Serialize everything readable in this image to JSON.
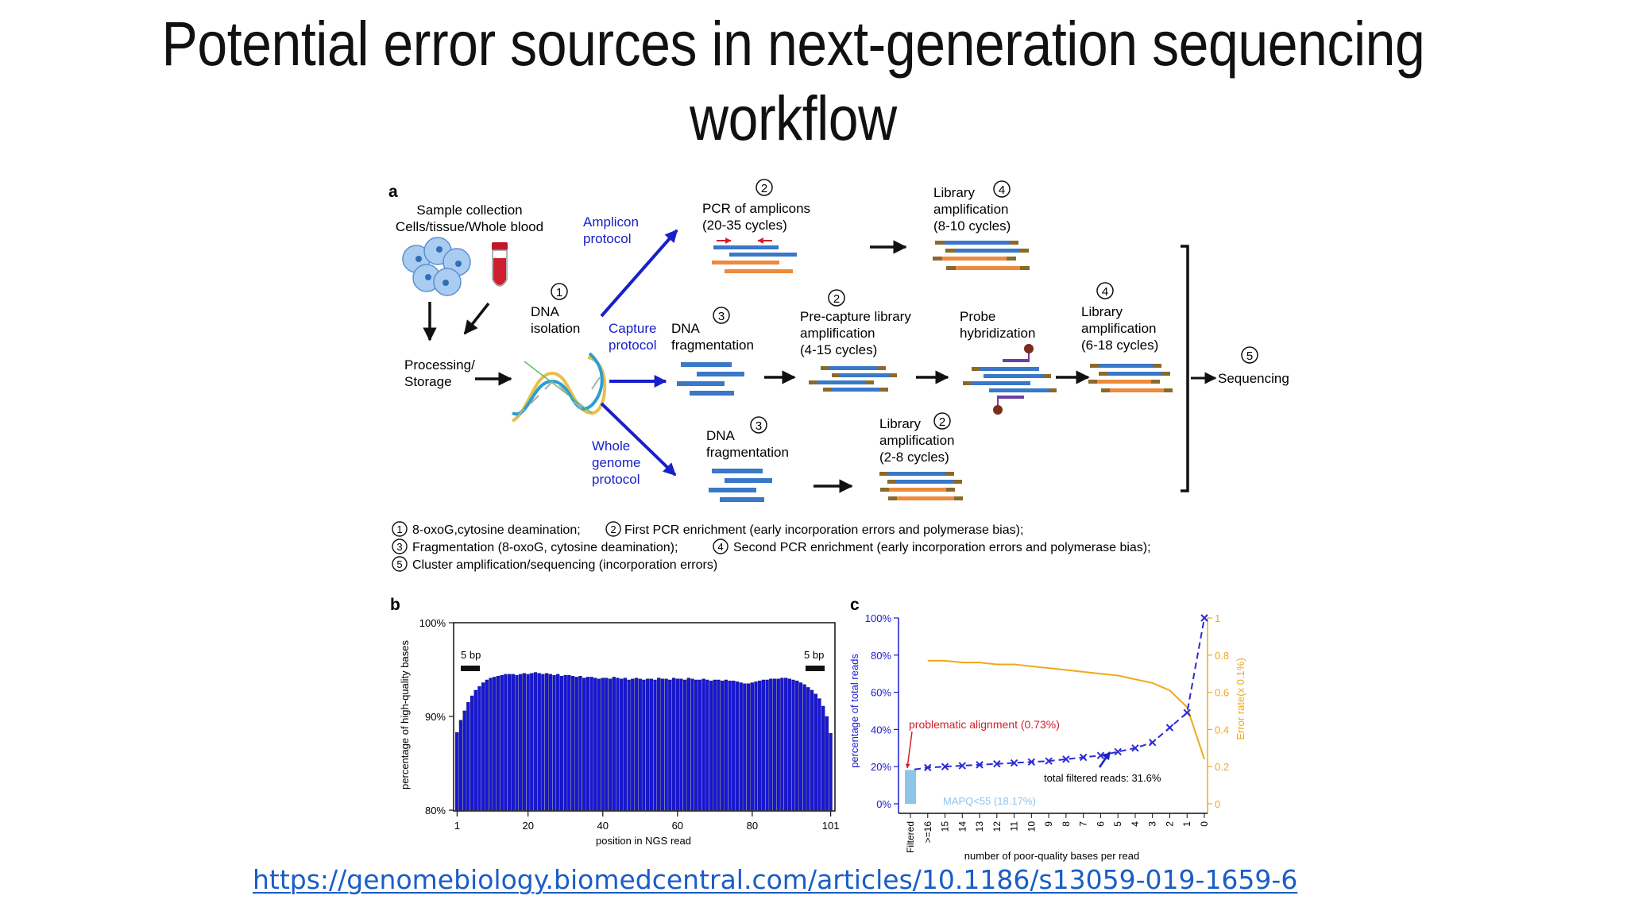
{
  "slide": {
    "title_line1": "Potential error sources in next-generation sequencing",
    "title_line2": "workflow",
    "link": "https://genomebiology.biomedcentral.com/articles/10.1186/s13059-019-1659-6"
  },
  "panel_a": {
    "label": "a",
    "sample_line1": "Sample collection",
    "sample_line2": "Cells/tissue/Whole blood",
    "processing_line1": "Processing/",
    "processing_line2": "Storage",
    "dna_iso_line1": "DNA",
    "dna_iso_line2": "isolation",
    "amplicon_line1": "Amplicon",
    "amplicon_line2": "protocol",
    "capture_line1": "Capture",
    "capture_line2": "protocol",
    "wg_line1": "Whole",
    "wg_line2": "genome",
    "wg_line3": "protocol",
    "pcr_amp_line1": "PCR of amplicons",
    "pcr_amp_line2": "(20-35 cycles)",
    "lib_amp_top_line1": "Library",
    "lib_amp_top_line2": "amplification",
    "lib_amp_top_line3": "(8-10 cycles)",
    "dna_frag_cap_line1": "DNA",
    "dna_frag_cap_line2": "fragmentation",
    "precap_line1": "Pre-capture library",
    "precap_line2": "amplification",
    "precap_line3": "(4-15 cycles)",
    "probe_line1": "Probe",
    "probe_line2": "hybridization",
    "lib_amp_cap_line1": "Library",
    "lib_amp_cap_line2": "amplification",
    "lib_amp_cap_line3": "(6-18 cycles)",
    "dna_frag_wg_line1": "DNA",
    "dna_frag_wg_line2": "fragmentation",
    "lib_amp_wg_line1": "Library",
    "lib_amp_wg_line2": "amplification",
    "lib_amp_wg_line3": "(2-8 cycles)",
    "sequencing": "Sequencing",
    "circle_1": "1",
    "circle_2": "2",
    "circle_3": "3",
    "circle_4": "4",
    "circle_5": "5",
    "legend_1a": "8-oxoG,cytosine deamination;",
    "legend_1b": "First PCR enrichment (early incorporation errors and polymerase bias);",
    "legend_2a": "Fragmentation (8-oxoG, cytosine deamination);",
    "legend_2b": "Second PCR enrichment (early incorporation errors and polymerase bias);",
    "legend_3a": "Cluster amplification/sequencing (incorporation errors)"
  },
  "panel_b": {
    "label": "b",
    "bp_left": "5 bp",
    "bp_right": "5 bp"
  },
  "panel_c": {
    "label": "c",
    "annotation_problematic": "problematic alignment (0.73%)",
    "annotation_mapq": "MAPQ<55 (18.17%)",
    "annotation_total": "total filtered reads: 31.6%"
  },
  "chart_data": [
    {
      "type": "bar",
      "panel": "b",
      "xlabel": "position in NGS read",
      "ylabel": "percentage of high-quality bases",
      "xticks": [
        "1",
        "20",
        "40",
        "60",
        "80",
        "101"
      ],
      "yticks": [
        "80%",
        "90%",
        "100%"
      ],
      "ylim": [
        80,
        100
      ],
      "xlim": [
        1,
        101
      ],
      "grid": false,
      "values": [
        88.3,
        89.6,
        90.6,
        91.5,
        92.2,
        92.8,
        93.2,
        93.6,
        93.9,
        94.1,
        94.2,
        94.3,
        94.4,
        94.5,
        94.5,
        94.5,
        94.4,
        94.5,
        94.6,
        94.5,
        94.6,
        94.7,
        94.6,
        94.5,
        94.6,
        94.5,
        94.4,
        94.5,
        94.3,
        94.4,
        94.4,
        94.3,
        94.2,
        94.3,
        94.1,
        94.2,
        94.2,
        94.1,
        94.0,
        94.1,
        94.1,
        94.0,
        94.2,
        94.1,
        94.0,
        94.1,
        93.9,
        94.0,
        94.1,
        94.0,
        93.9,
        94.0,
        94.0,
        93.9,
        94.1,
        94.0,
        94.0,
        93.9,
        94.1,
        94.0,
        94.0,
        93.9,
        94.1,
        94.0,
        93.9,
        93.9,
        94.0,
        93.9,
        93.8,
        93.9,
        93.9,
        93.8,
        93.9,
        93.8,
        93.8,
        93.7,
        93.6,
        93.5,
        93.5,
        93.6,
        93.7,
        93.8,
        93.9,
        93.9,
        94.0,
        94.0,
        94.0,
        94.1,
        94.1,
        94.0,
        93.9,
        93.8,
        93.6,
        93.4,
        93.1,
        92.8,
        92.4,
        91.9,
        91.1,
        90.0,
        88.2
      ]
    },
    {
      "type": "line",
      "panel": "c",
      "xlabel": "number of poor-quality bases per read",
      "ylabel": "percentage of total reads",
      "y2label": "Error rate(x 0.1%)",
      "categories": [
        "Filtered",
        ">=16",
        "15",
        "14",
        "13",
        "12",
        "11",
        "10",
        "9",
        "8",
        "7",
        "6",
        "5",
        "4",
        "3",
        "2",
        "1",
        "0"
      ],
      "yticks": [
        "0%",
        "20%",
        "40%",
        "60%",
        "80%",
        "100%"
      ],
      "y2ticks": [
        "0",
        "0.2",
        "0.4",
        "0.6",
        "0.8",
        "1"
      ],
      "ylim": [
        0,
        100
      ],
      "y2lim": [
        0,
        1
      ],
      "filtered_bar": 18.17,
      "series": [
        {
          "color": "#2b2bd6",
          "axis": "left",
          "values": [
            null,
            19.5,
            20.0,
            20.5,
            21.0,
            21.5,
            22.0,
            22.5,
            23.0,
            24.0,
            25.0,
            26.0,
            28.0,
            30.0,
            33.0,
            41.0,
            49.0,
            100
          ]
        },
        {
          "color": "#f0a81c",
          "axis": "right",
          "values": [
            null,
            0.77,
            0.77,
            0.76,
            0.76,
            0.75,
            0.75,
            0.74,
            0.73,
            0.72,
            0.71,
            0.7,
            0.69,
            0.67,
            0.65,
            0.61,
            0.52,
            0.24
          ]
        }
      ]
    }
  ]
}
